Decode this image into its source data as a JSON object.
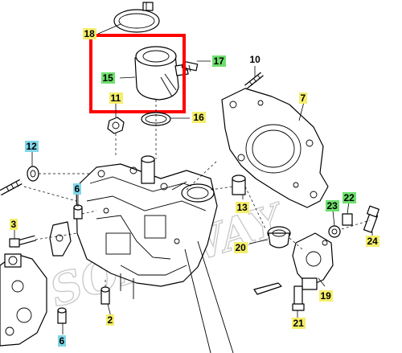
{
  "diagram": {
    "watermark": "SOFTWAY",
    "highlight_color": "#ff0000",
    "callouts": [
      {
        "id": "17",
        "label": "17",
        "bg": "#6ddf6d"
      },
      {
        "id": "10",
        "label": "10",
        "bg": ""
      },
      {
        "id": "18",
        "label": "18",
        "bg": "#f5ee6a"
      },
      {
        "id": "15",
        "label": "15",
        "bg": "#6ddf6d"
      },
      {
        "id": "11",
        "label": "11",
        "bg": "#f5ee6a"
      },
      {
        "id": "16",
        "label": "16",
        "bg": "#f5ee6a"
      },
      {
        "id": "7",
        "label": "7",
        "bg": "#f5ee6a"
      },
      {
        "id": "12",
        "label": "12",
        "bg": "#7fd6e8"
      },
      {
        "id": "6a",
        "label": "6",
        "bg": "#7fd6e8"
      },
      {
        "id": "13",
        "label": "13",
        "bg": "#f5ee6a"
      },
      {
        "id": "22",
        "label": "22",
        "bg": "#6ddf6d"
      },
      {
        "id": "23",
        "label": "23",
        "bg": "#6ddf6d"
      },
      {
        "id": "3",
        "label": "3",
        "bg": "#f5ee6a"
      },
      {
        "id": "20",
        "label": "20",
        "bg": "#f5ee6a"
      },
      {
        "id": "24",
        "label": "24",
        "bg": "#f5ee6a"
      },
      {
        "id": "19",
        "label": "19",
        "bg": "#f5ee6a"
      },
      {
        "id": "2",
        "label": "2",
        "bg": "#f5ee6a"
      },
      {
        "id": "21",
        "label": "21",
        "bg": "#f5ee6a"
      },
      {
        "id": "6b",
        "label": "6",
        "bg": "#7fd6e8"
      }
    ]
  }
}
